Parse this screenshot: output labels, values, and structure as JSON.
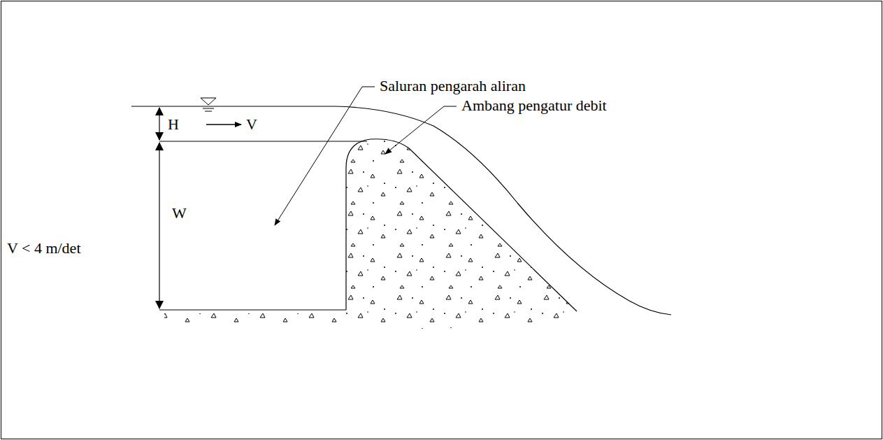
{
  "diagram": {
    "labels": [
      "Saluran pengarah aliran",
      "Ambang pengatur debit",
      "H",
      "V",
      "W",
      "V < 4 m/det"
    ]
  }
}
